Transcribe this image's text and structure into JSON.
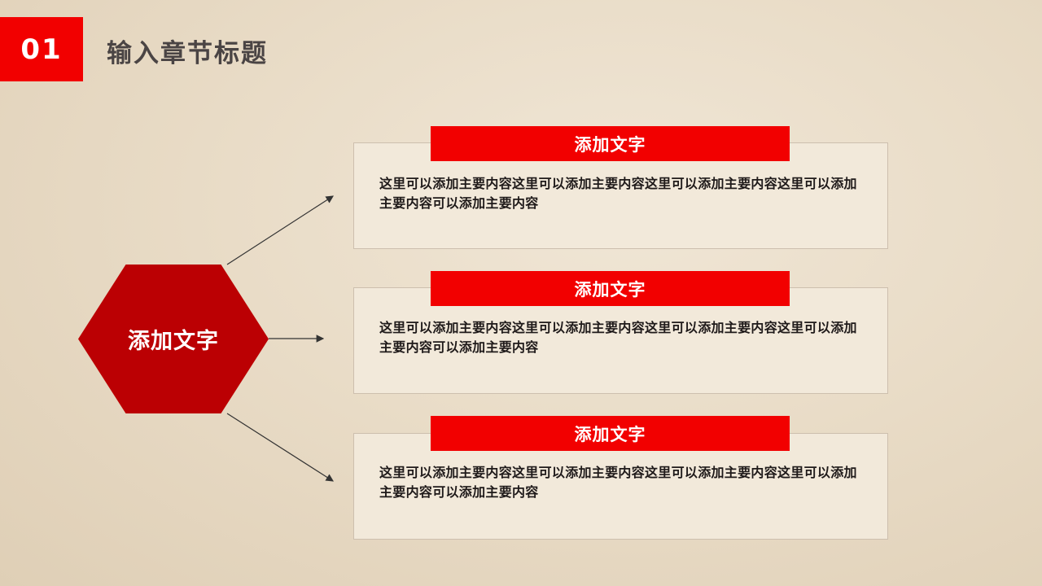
{
  "header": {
    "section_number": "01",
    "section_title": "输入章节标题"
  },
  "hexagon": {
    "label": "添加文字"
  },
  "cards": [
    {
      "title": "添加文字",
      "body": "这里可以添加主要内容这里可以添加主要内容这里可以添加主要内容这里可以添加主要内容可以添加主要内容"
    },
    {
      "title": "添加文字",
      "body": "这里可以添加主要内容这里可以添加主要内容这里可以添加主要内容这里可以添加主要内容可以添加主要内容"
    },
    {
      "title": "添加文字",
      "body": "这里可以添加主要内容这里可以添加主要内容这里可以添加主要内容这里可以添加主要内容可以添加主要内容"
    }
  ],
  "colors": {
    "accent_red": "#f20000",
    "hexagon_red": "#bb0003",
    "background": "#e9dcc7"
  }
}
